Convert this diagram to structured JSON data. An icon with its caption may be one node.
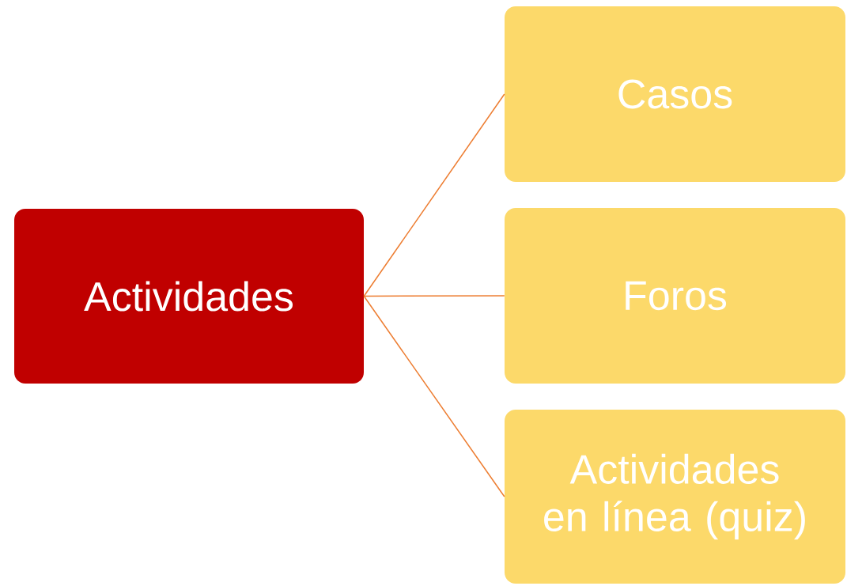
{
  "diagram": {
    "nodes": [
      {
        "text": [
          "Actividades"
        ]
      },
      {
        "text": [
          "Casos"
        ]
      },
      {
        "text": [
          "Foros"
        ]
      },
      {
        "text": [
          "Actividades en línea (quiz)"
        ]
      }
    ],
    "edges": [
      {
        "from": 0,
        "to": 1,
        "arrow": "none"
      },
      {
        "from": 0,
        "to": 2,
        "arrow": "none"
      },
      {
        "from": 0,
        "to": 3,
        "arrow": "none"
      }
    ]
  }
}
